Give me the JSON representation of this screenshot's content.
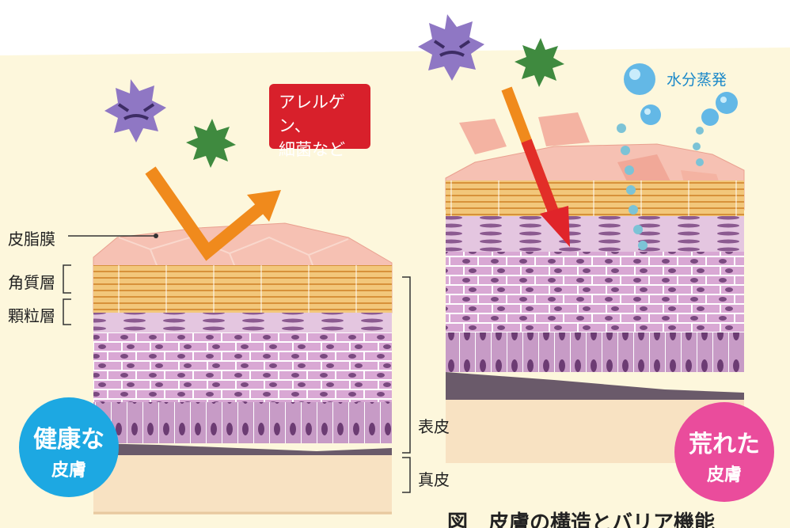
{
  "labels": {
    "sebum": "皮脂膜",
    "stratum_corneum": "角質層",
    "granular_layer": "顆粒層",
    "epidermis": "表皮",
    "dermis": "真皮"
  },
  "callout": {
    "line1": "アレルゲン、",
    "line2": "細菌など"
  },
  "water_label": "水分蒸発",
  "badge_healthy": {
    "line1": "健康な",
    "line2": "皮膚"
  },
  "badge_rough": {
    "line1": "荒れた",
    "line2": "皮膚"
  },
  "caption": "図　皮膚の構造とバリア機能",
  "colors": {
    "background": "#fdf7dc",
    "sebum": "#f6c1b3",
    "corneum": "#f0b860",
    "cells": "#d9a8d4",
    "basal": "#b98ab8",
    "dermis": "#f8e2c2",
    "arrow_orange": "#f08a1c",
    "arrow_red": "#e0242a",
    "healthy_badge": "#1da8e2",
    "rough_badge": "#ea4c9c",
    "allergen_purple": "#8f77c4",
    "bacteria_green": "#3f8a3f",
    "water_drop": "#63b8e6"
  }
}
